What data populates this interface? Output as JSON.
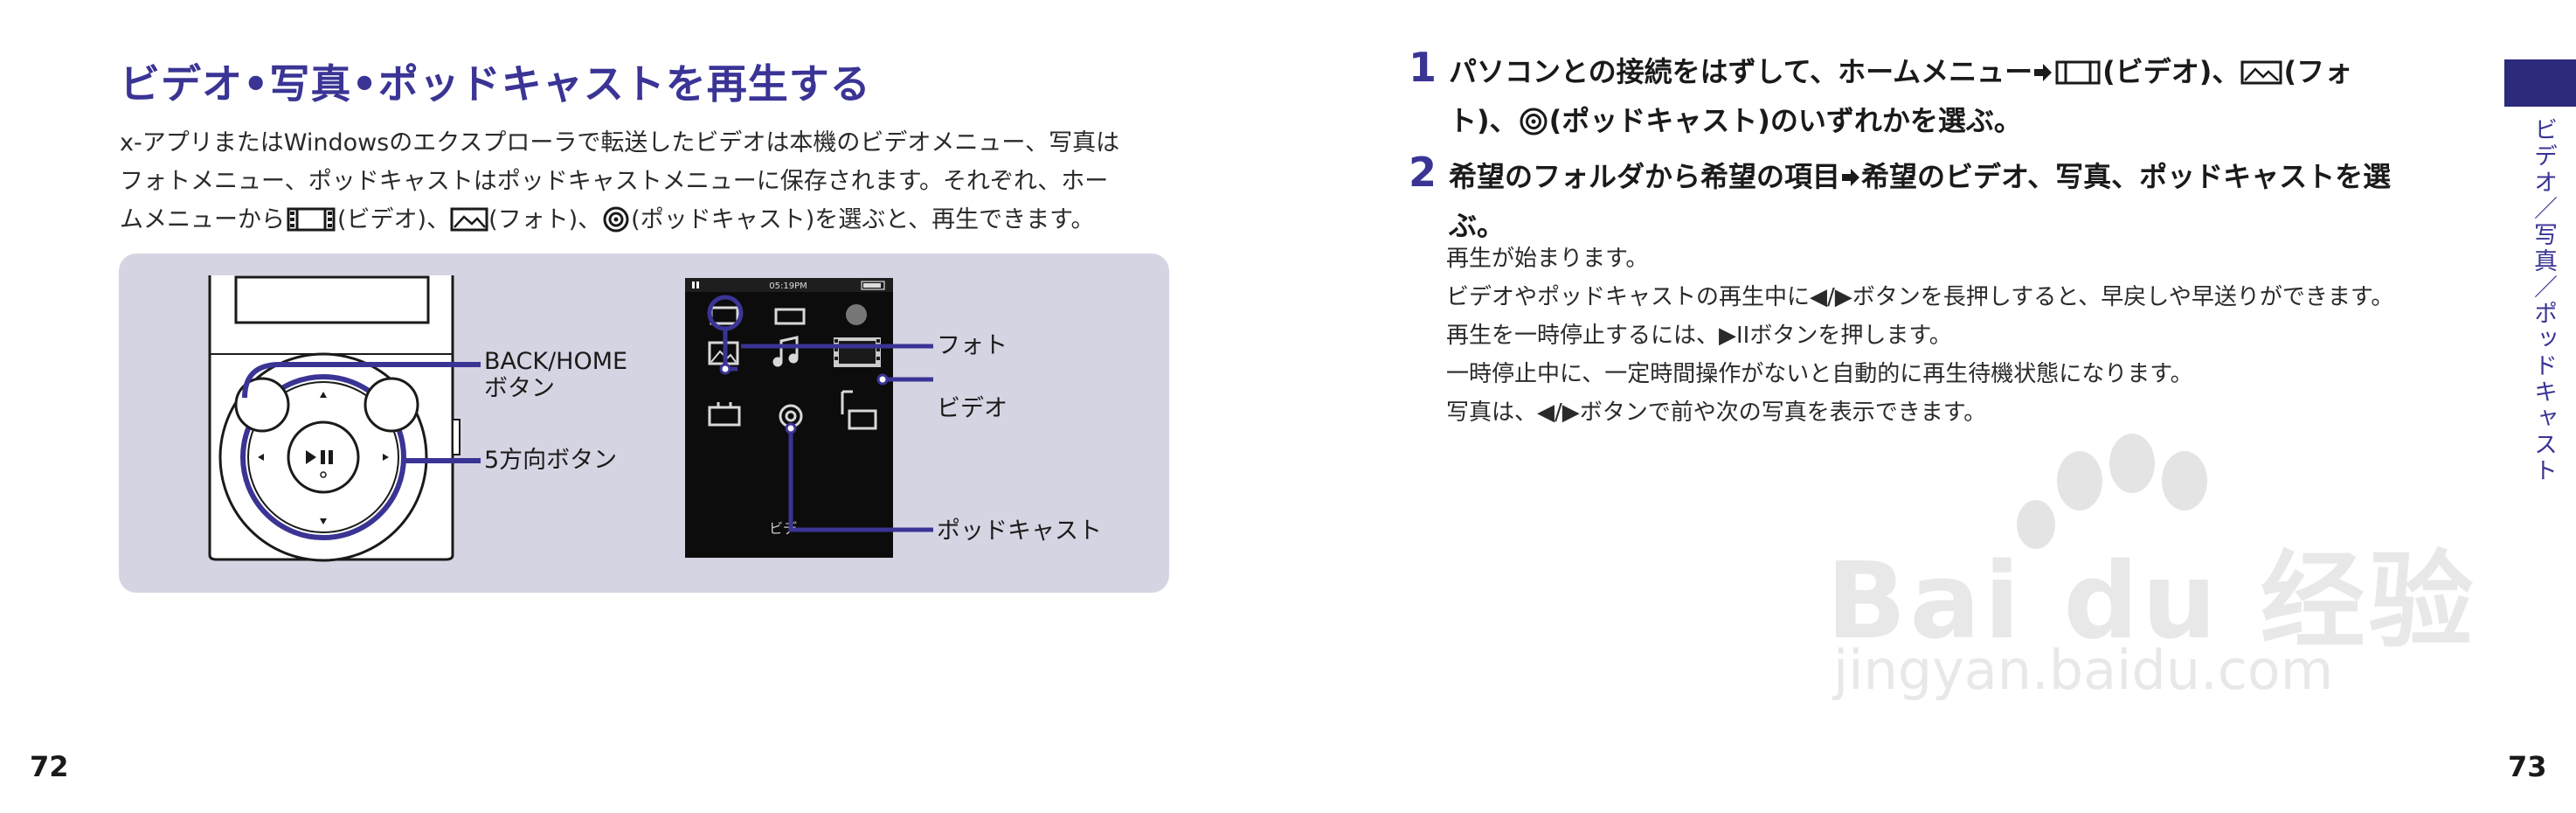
{
  "left_page": {
    "title": "ビデオ•写真•ポッドキャストを再生する",
    "intro": {
      "line1": "x-アプリまたはWindowsのエクスプローラで転送したビデオは本機のビデオメニュー、写真は",
      "line2": "フォトメニュー、ポッドキャストはポッドキャストメニューに保存されます。それぞれ、ホー",
      "line3_a": "ムメニューから",
      "line3_b": "(ビデオ)、",
      "line3_c": "(フォト)、",
      "line3_d": "(ポッドキャスト)を選ぶと、再生できます。"
    },
    "figure": {
      "label_back_home_1": "BACK/HOME",
      "label_back_home_2": "ボタン",
      "label_5way": "5方向ボタン",
      "label_photo": "フォト",
      "label_video": "ビデオ",
      "label_podcast": "ポッドキャスト",
      "screen_time": "05:19PM",
      "screen_caption": "ビデ"
    },
    "page_number": "72"
  },
  "right_page": {
    "step1": {
      "number": "1",
      "line1_a": "パソコンとの接続をはずして、ホームメニュー",
      "line1_b": "(ビデオ)、",
      "line1_c": "(フォ",
      "line2_a": "ト)、",
      "line2_b": "(ポッドキャスト)のいずれかを選ぶ。"
    },
    "step2": {
      "number": "2",
      "line1": "希望のフォルダから希望の項目",
      "line1_b": "希望のビデオ、写真、ポッドキャストを選",
      "line2": "ぶ。"
    },
    "body": {
      "line1": "再生が始まります。",
      "line2": "ビデオやポッドキャストの再生中に◀/▶ボタンを長押しすると、早戻しや早送りができます。",
      "line3": "再生を一時停止するには、▶IIボタンを押します。",
      "line4": "一時停止中に、一定時間操作がないと自動的に再生待機状態になります。",
      "line5": "写真は、◀/▶ボタンで前や次の写真を表示できます。"
    },
    "sidebar": "ビデオ／写真／ポッドキャスト",
    "page_number": "73"
  },
  "watermark": {
    "logo": "Bai du 经验",
    "url": "jingyan.baidu.com"
  },
  "colors": {
    "accent": "#3a3495",
    "tab": "#2c2a7a",
    "panel": "#d5d4e2"
  }
}
